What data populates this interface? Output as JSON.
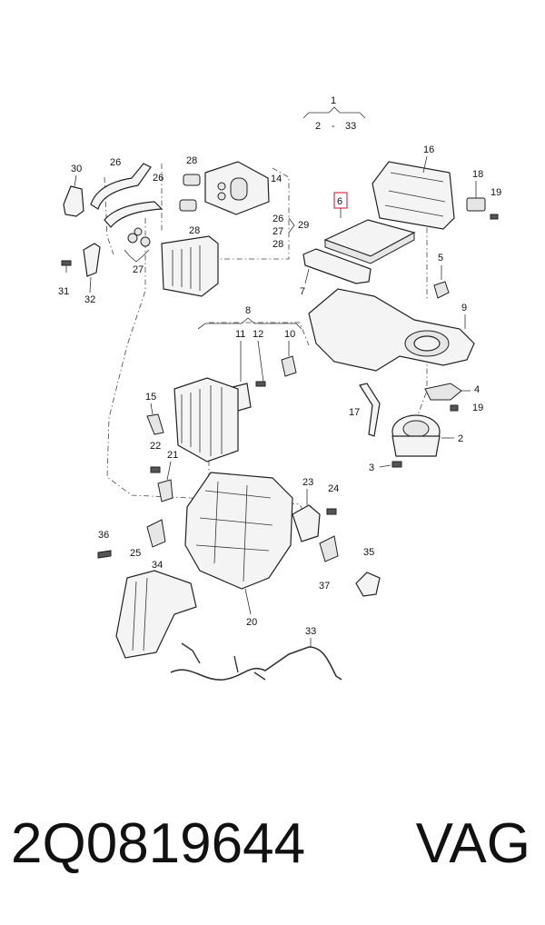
{
  "diagram": {
    "callouts": {
      "c1": "1",
      "c1_range_start": "2",
      "c1_range_sep": "-",
      "c1_range_end": "33",
      "c2": "2",
      "c3": "3",
      "c4": "4",
      "c5": "5",
      "c6": "6",
      "c7": "7",
      "c8": "8",
      "c9": "9",
      "c10": "10",
      "c11": "11",
      "c12": "12",
      "c14": "14",
      "c15": "15",
      "c16": "16",
      "c17": "17",
      "c18": "18",
      "c19a": "19",
      "c19b": "19",
      "c20": "20",
      "c21": "21",
      "c22": "22",
      "c23": "23",
      "c24": "24",
      "c25": "25",
      "c26a": "26",
      "c26b": "26",
      "c26c": "26",
      "c27a": "27",
      "c27b": "27",
      "c28a": "28",
      "c28b": "28",
      "c28c": "28",
      "c29": "29",
      "c30": "30",
      "c31": "31",
      "c32": "32",
      "c33": "33",
      "c34": "34",
      "c35": "35",
      "c36": "36",
      "c37": "37"
    },
    "highlight_color": "#e0304a"
  },
  "footer": {
    "part_number": "2Q0819644",
    "brand": "VAG"
  }
}
